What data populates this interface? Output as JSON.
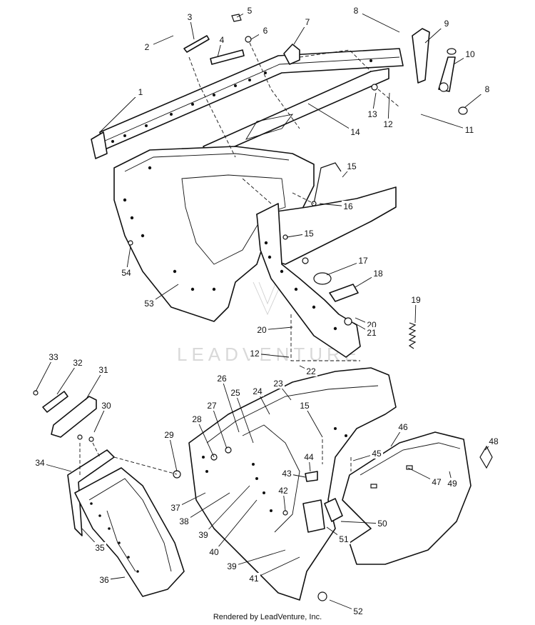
{
  "watermark": "LEADVENTURE",
  "credit": "Rendered by LeadVenture, Inc.",
  "callouts": [
    {
      "num": "1"
    },
    {
      "num": "2"
    },
    {
      "num": "3"
    },
    {
      "num": "4"
    },
    {
      "num": "5"
    },
    {
      "num": "6"
    },
    {
      "num": "7"
    },
    {
      "num": "8"
    },
    {
      "num": "9"
    },
    {
      "num": "10"
    },
    {
      "num": "8"
    },
    {
      "num": "11"
    },
    {
      "num": "12"
    },
    {
      "num": "13"
    },
    {
      "num": "14"
    },
    {
      "num": "15"
    },
    {
      "num": "16"
    },
    {
      "num": "15"
    },
    {
      "num": "54"
    },
    {
      "num": "53"
    },
    {
      "num": "17"
    },
    {
      "num": "18"
    },
    {
      "num": "19"
    },
    {
      "num": "20"
    },
    {
      "num": "20"
    },
    {
      "num": "21"
    },
    {
      "num": "12"
    },
    {
      "num": "22"
    },
    {
      "num": "23"
    },
    {
      "num": "33"
    },
    {
      "num": "32"
    },
    {
      "num": "31"
    },
    {
      "num": "30"
    },
    {
      "num": "34"
    },
    {
      "num": "35"
    },
    {
      "num": "36"
    },
    {
      "num": "29"
    },
    {
      "num": "28"
    },
    {
      "num": "27"
    },
    {
      "num": "26"
    },
    {
      "num": "25"
    },
    {
      "num": "24"
    },
    {
      "num": "15"
    },
    {
      "num": "46"
    },
    {
      "num": "48"
    },
    {
      "num": "44"
    },
    {
      "num": "45"
    },
    {
      "num": "43"
    },
    {
      "num": "49"
    },
    {
      "num": "47"
    },
    {
      "num": "37"
    },
    {
      "num": "38"
    },
    {
      "num": "39"
    },
    {
      "num": "42"
    },
    {
      "num": "50"
    },
    {
      "num": "40"
    },
    {
      "num": "51"
    },
    {
      "num": "39"
    },
    {
      "num": "41"
    },
    {
      "num": "52"
    }
  ]
}
